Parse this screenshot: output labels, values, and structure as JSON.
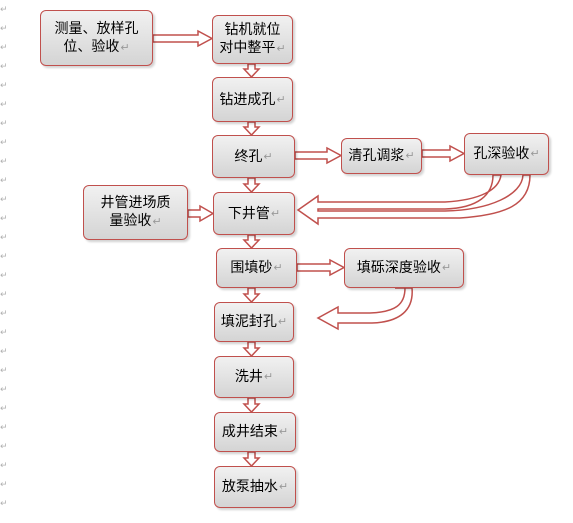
{
  "diagram": {
    "nodes": {
      "survey": {
        "lines": [
          "测量、放样孔",
          "位、验收"
        ],
        "mark": "↵"
      },
      "align": {
        "lines": [
          "钻机就位",
          "对中整平"
        ],
        "mark": "↵"
      },
      "drill": {
        "lines": [
          "钻进成孔"
        ],
        "mark": "↵"
      },
      "finish": {
        "lines": [
          "终孔"
        ],
        "mark": "↵"
      },
      "clean": {
        "lines": [
          "清孔调浆"
        ],
        "mark": "↵"
      },
      "depth": {
        "lines": [
          "孔深验收"
        ],
        "mark": "↵"
      },
      "pipecheck": {
        "lines": [
          "井管进场质",
          "量验收"
        ],
        "mark": "↵"
      },
      "lower": {
        "lines": [
          "下井管"
        ],
        "mark": "↵"
      },
      "fill": {
        "lines": [
          "围填砂"
        ],
        "mark": "↵"
      },
      "gravel": {
        "lines": [
          "填砾深度验收"
        ],
        "mark": "↵"
      },
      "seal": {
        "lines": [
          "填泥封孔"
        ],
        "mark": "↵"
      },
      "wash": {
        "lines": [
          "洗井"
        ],
        "mark": "↵"
      },
      "complete": {
        "lines": [
          "成井结束"
        ],
        "mark": "↵"
      },
      "pump": {
        "lines": [
          "放泵抽水"
        ],
        "mark": "↵"
      }
    },
    "edges": [
      {
        "from": "survey",
        "to": "align"
      },
      {
        "from": "align",
        "to": "drill"
      },
      {
        "from": "drill",
        "to": "finish"
      },
      {
        "from": "finish",
        "to": "clean"
      },
      {
        "from": "clean",
        "to": "depth"
      },
      {
        "from": "depth",
        "to": "lower"
      },
      {
        "from": "finish",
        "to": "lower"
      },
      {
        "from": "pipecheck",
        "to": "lower"
      },
      {
        "from": "lower",
        "to": "fill"
      },
      {
        "from": "fill",
        "to": "gravel"
      },
      {
        "from": "gravel",
        "to": "seal"
      },
      {
        "from": "fill",
        "to": "seal"
      },
      {
        "from": "seal",
        "to": "wash"
      },
      {
        "from": "wash",
        "to": "complete"
      },
      {
        "from": "complete",
        "to": "pump"
      }
    ],
    "colors": {
      "border": "#c0504d",
      "fill_top": "#f1f1f1",
      "fill_bottom": "#d4d4d4",
      "arrow": "#c0504d",
      "mark": "#999999"
    }
  },
  "margin": {
    "mark": "↵"
  }
}
